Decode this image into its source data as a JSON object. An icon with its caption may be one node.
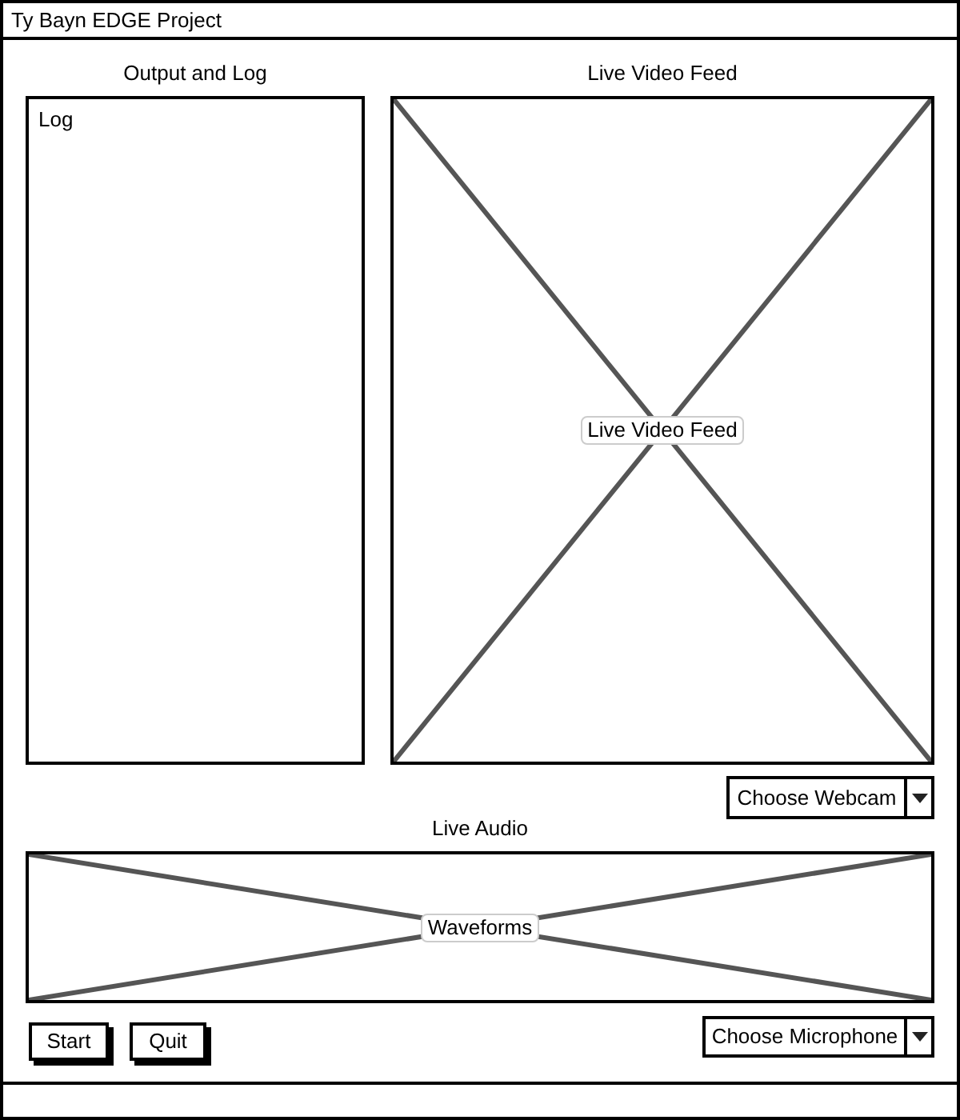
{
  "diagram": {
    "nodes": [
      {
        "text": [
          "Ty Bayn EDGE Project"
        ]
      },
      {
        "text": [
          "Output and Log",
          "Log"
        ],
        "in": 0
      },
      {
        "text": [
          "Live Video Feed",
          "Live Video Feed"
        ],
        "in": 0
      },
      {
        "text": [
          "Choose Webcam"
        ],
        "in": 0
      },
      {
        "text": [
          "Live Audio",
          "Waveforms"
        ],
        "in": 0
      },
      {
        "text": [
          "Start"
        ],
        "in": 0
      },
      {
        "text": [
          "Quit"
        ],
        "in": 0
      },
      {
        "text": [
          "Choose Microphone"
        ],
        "in": 0
      }
    ]
  }
}
